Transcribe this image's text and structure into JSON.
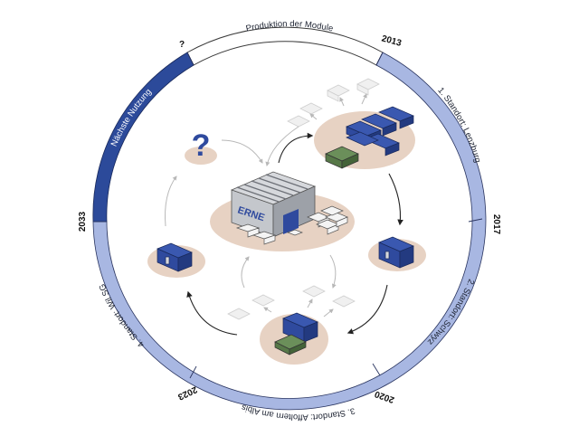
{
  "ring_segments": [
    {
      "label": "Produktion der Module",
      "fill": "#ffffff"
    },
    {
      "label": "1. Standort: Lenzburg",
      "fill": "#a8b7e2"
    },
    {
      "label": "2. Standort: Schwyz",
      "fill": "#a8b7e2"
    },
    {
      "label": "3. Standort: Affoltern am Albis",
      "fill": "#a8b7e2"
    },
    {
      "label": "4. Standort: Wil SG",
      "fill": "#a8b7e2"
    },
    {
      "label": "Nächste Nutzung",
      "fill": "#2c4a9a"
    }
  ],
  "years": [
    "?",
    "2013",
    "2017",
    "2020",
    "2023",
    "2033"
  ],
  "factory_sign": "ERNE",
  "question_mark": "?",
  "colors": {
    "ring_light": "#a8b7e2",
    "ring_dark": "#2c4a9a",
    "beige": "#e7d2c3",
    "module_blue": "#2f4a9e",
    "factory_grey": "#c4c7cc"
  }
}
